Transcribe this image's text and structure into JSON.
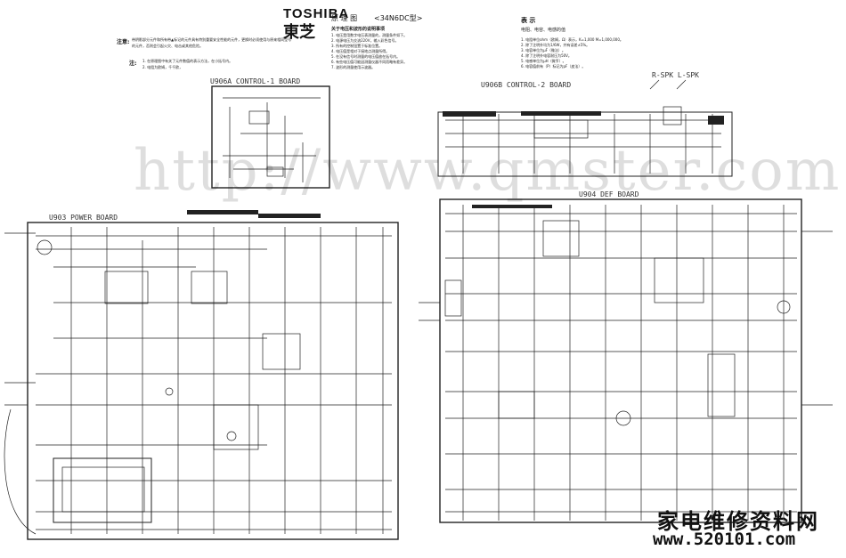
{
  "header": {
    "brand": "TOSHIBA",
    "brand_cn": "東芝",
    "doc_title": "原 理 图",
    "model": "<34N6DC型>"
  },
  "notes": {
    "caution_label": "注意:",
    "caution_text_1": "带阴影部分元件和所有带▲标记的元件具有特别重要安全性能的元件，更换时必须使用与原来相同型号",
    "caution_text_2": "的元件，否则会引起火灾、电击或其他危险。",
    "note_label": "注:",
    "note_text_1": "1. 在原理图中有关了元件数值的表示方法，在小括号内。",
    "note_text_2": "2. 电阻为欧姆，千千欧，",
    "voltage_heading": "关于电压和波形的说明事项",
    "voltage_items": [
      "1. 电压是用数字电压表测量的，测量条件如下。",
      "2. 电源电压为交流220V，输入彩色信号。",
      "3. 所有的控制钮置于标准位置。",
      "4. 电压值是相对于接地点测量所得。",
      "5. 在没有信号时测量的电压值放在括号内。",
      "6. 有些电压值可能因测量仪器不同而略有差异。",
      "7. 波形的测量使用示波器。"
    ],
    "legend_heading": "表 示",
    "legend_sub": "电阻、电容、电感的值",
    "legend_items": [
      "1. 电阻单位ohm（欧姆，Ω）表示，K=1,000  M=1,000,000。",
      "2. 除了注明外均为1/6W，并有误差±5%。",
      "3. 电容单位为μF（微法）。",
      "4. 除了注明外电容耐压为50V。",
      "5. 电感单位为μH（微亨）。",
      "6. 电容值前有（P）标记为pF（皮法）。"
    ]
  },
  "boards": {
    "control1": "U906A CONTROL-1 BOARD",
    "control2": "U906B CONTROL-2 BOARD",
    "power": "U903 POWER BOARD",
    "def": "U904 DEF BOARD",
    "speakers": "R-SPK  L-SPK"
  },
  "watermark": "http://www.qmster.com",
  "footer": {
    "site_cn": "家电维修资料网",
    "site_url": "www.520101.com"
  }
}
